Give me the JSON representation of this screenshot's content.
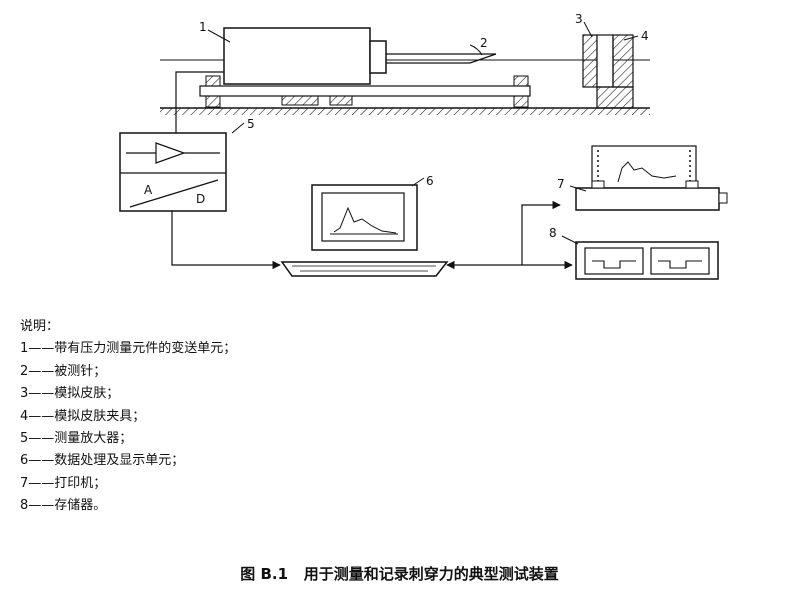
{
  "figure": {
    "callouts": [
      "1",
      "2",
      "3",
      "4",
      "5",
      "6",
      "7",
      "8"
    ],
    "amp_labels": {
      "a": "A",
      "d": "D"
    }
  },
  "legend": {
    "title": "说明：",
    "items": [
      "1——带有压力测量元件的变送单元；",
      "2——被测针；",
      "3——模拟皮肤；",
      "4——模拟皮肤夹具；",
      "5——测量放大器；",
      "6——数据处理及显示单元；",
      "7——打印机；",
      "8——存储器。"
    ]
  },
  "caption": {
    "number": "图 B.1",
    "title": "用于测量和记录刺穿力的典型测试装置"
  }
}
